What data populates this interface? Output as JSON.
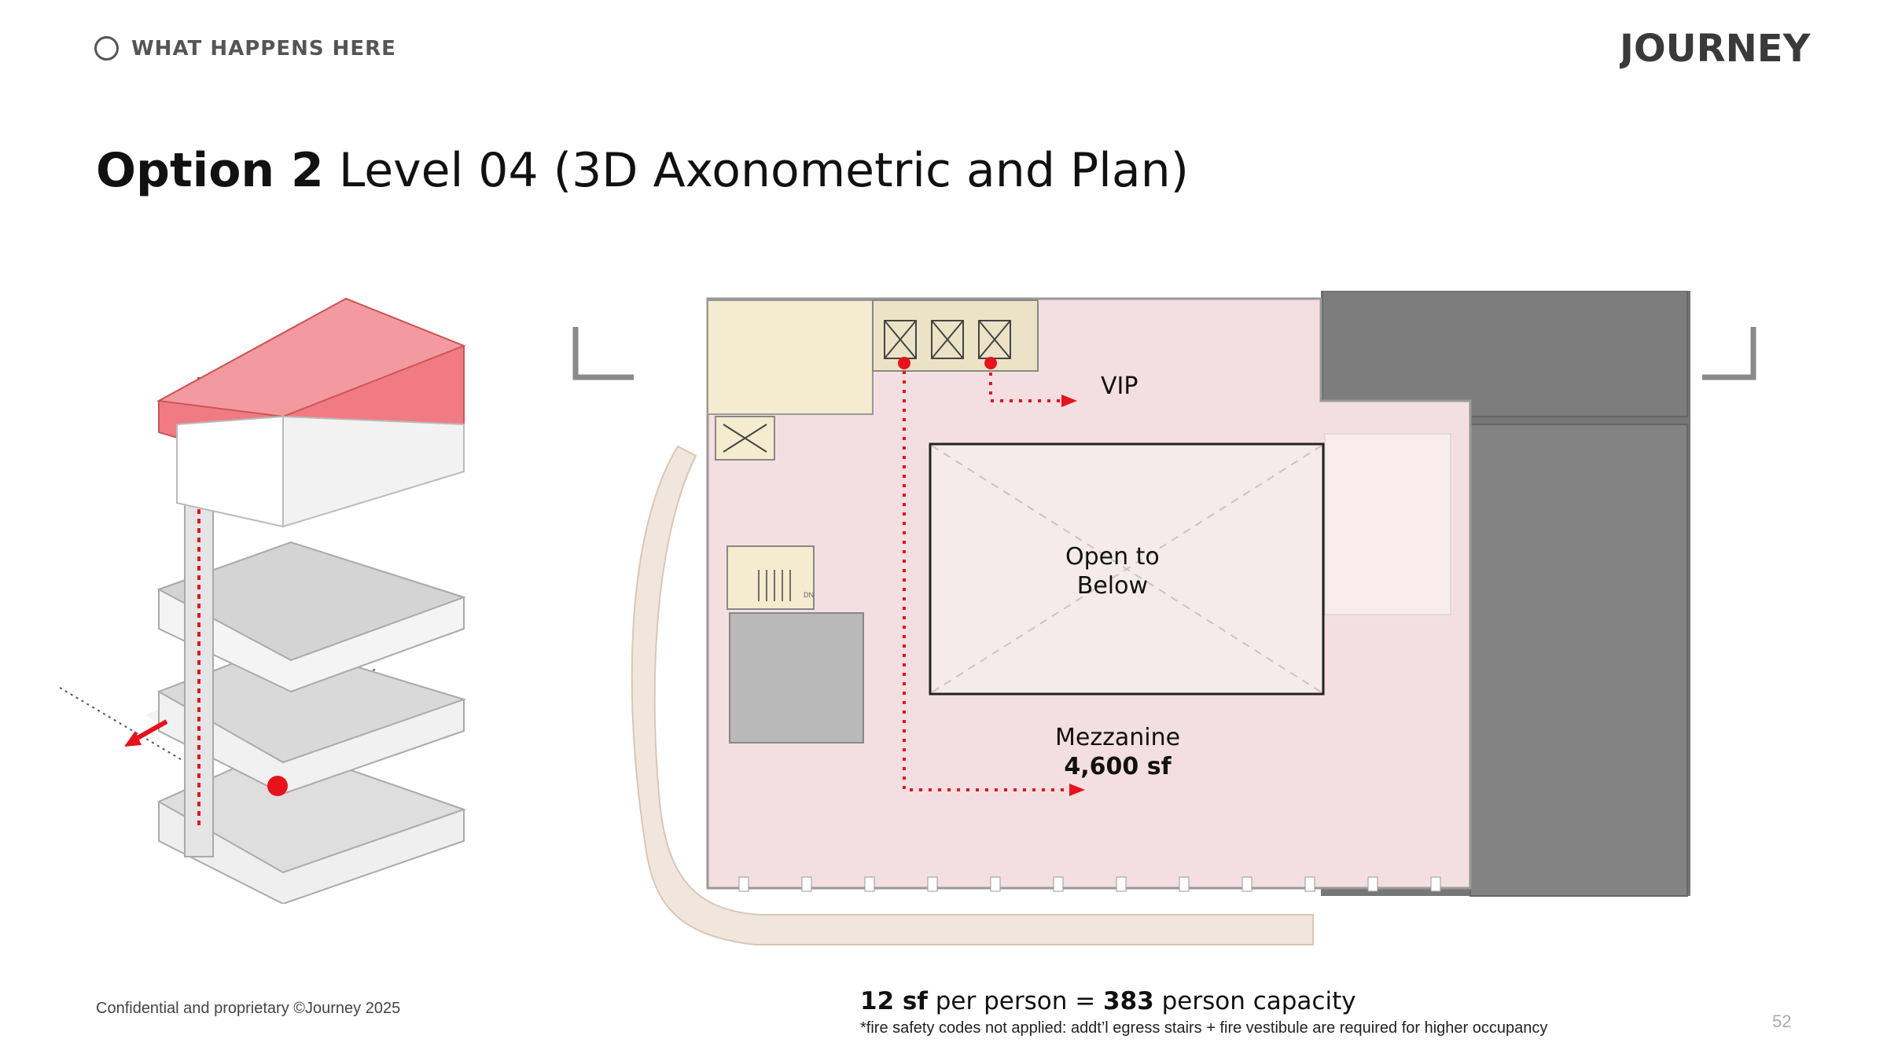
{
  "header": {
    "section_label": "WHAT HAPPENS HERE",
    "logo_text": "JOURNEY"
  },
  "title": {
    "bold": "Option 2",
    "rest": " Level 04 (3D Axonometric and Plan)"
  },
  "plan": {
    "vip_label": "VIP",
    "open_label_line1": "Open to",
    "open_label_line2": "Below",
    "mezzanine_label": "Mezzanine",
    "mezzanine_area": "4,600 sf",
    "stair_dn": "DN"
  },
  "footer": {
    "confidential": "Confidential and proprietary ©Journey 2025",
    "capacity_bold1": "12 sf",
    "capacity_mid": " per person = ",
    "capacity_bold2": "383",
    "capacity_end": " person capacity",
    "note": "*fire safety codes not applied: addt’l egress stairs + fire vestibule are required for higher occupancy",
    "page_number": "52"
  },
  "colors": {
    "accent_red": "#e8121b",
    "highlight_pink": "#f3dfe1",
    "dark_tenant": "#777777"
  }
}
